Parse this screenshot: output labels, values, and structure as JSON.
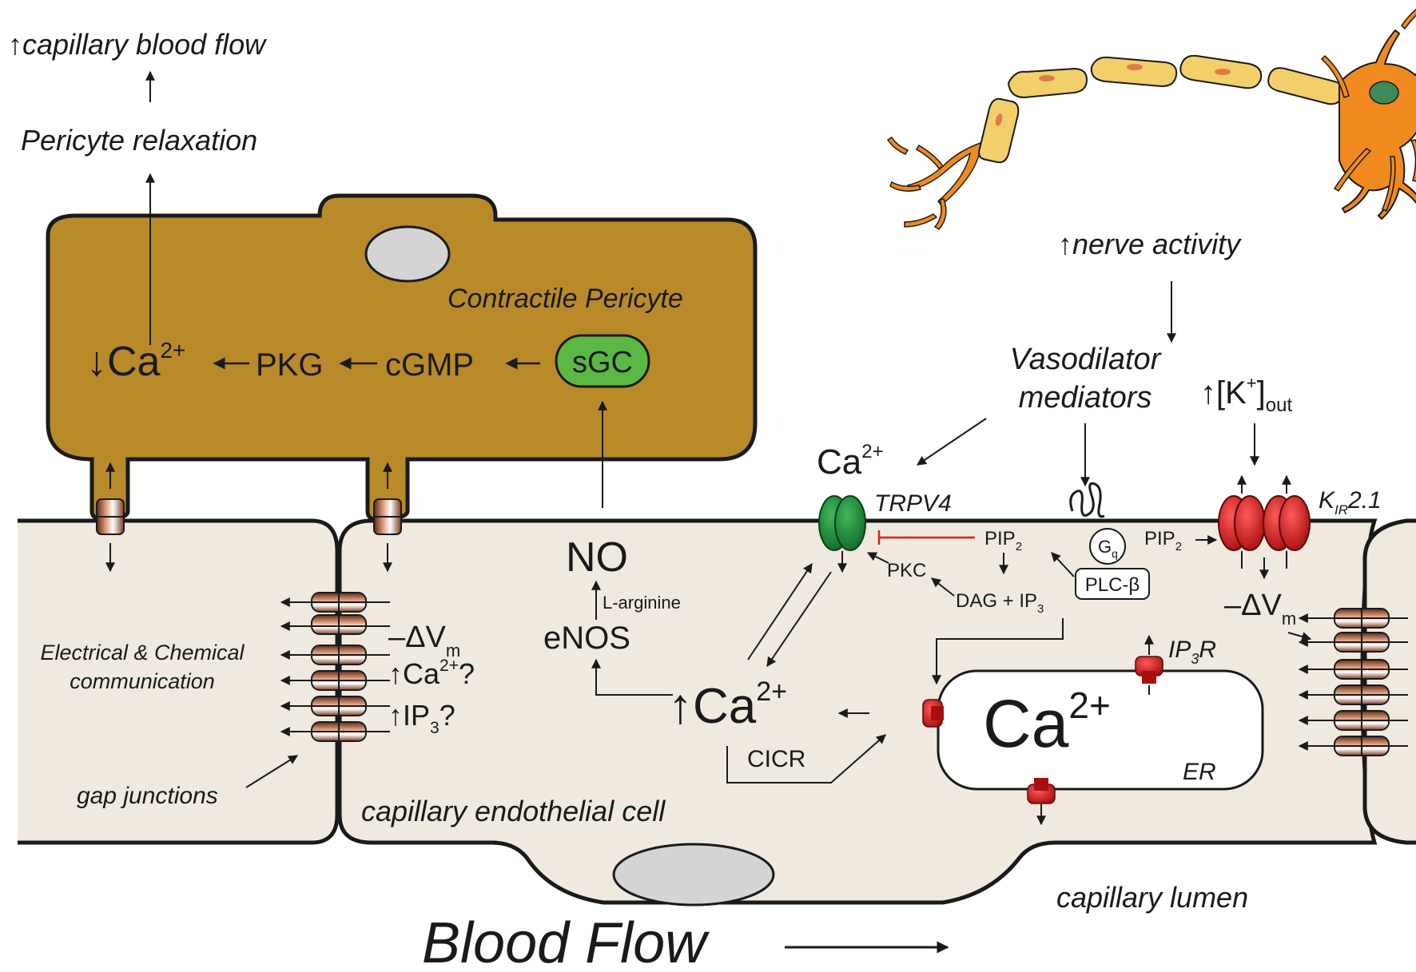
{
  "outcomes": {
    "blood_flow": "↑capillary blood flow",
    "relaxation": "Pericyte relaxation"
  },
  "pericyte": {
    "label": "Contractile Pericyte",
    "ca": "↓Ca",
    "ca_sup": "2+",
    "pkg": "PKG",
    "cgmp": "cGMP",
    "sgc": "sGC"
  },
  "neuron": {
    "activity": "↑nerve activity"
  },
  "mediators": {
    "line1": "Vasodilator",
    "line2": "mediators",
    "k_main": "↑[K",
    "k_sup": "+",
    "k_close": "]",
    "k_sub": "out"
  },
  "channels": {
    "trpv4_ca": "Ca",
    "trpv4_ca_sup": "2+",
    "trpv4": "TRPV4",
    "kir_k": "K",
    "kir_sub": "IR",
    "kir_suffix": "2.1",
    "gq": "G",
    "gq_sub": "q",
    "plc": "PLC-β"
  },
  "signaling": {
    "pip2_a": "PIP",
    "pip2_b": "PIP",
    "pip2_sub": "2",
    "pkc": "PKC",
    "dag": "DAG + IP",
    "dag_sub": "3",
    "no": "NO",
    "larginine": "L-arginine",
    "enos": "eNOS",
    "ca_up": "↑Ca",
    "ca_up_sup": "2+",
    "cicr": "CICR",
    "ip3r": "IP",
    "ip3r_sub": "3",
    "ip3r_r": "R",
    "er_ca": "Ca",
    "er_ca_sup": "2+",
    "er": "ER",
    "dvm": "–ΔV",
    "dvm_sub": "m"
  },
  "communication": {
    "line1": "Electrical & Chemical",
    "line2": "communication",
    "dvm": "–ΔV",
    "dvm_sub": "m",
    "ca": "↑Ca",
    "ca_sup": "2+",
    "ca_q": "?",
    "ip3": "↑IP",
    "ip3_sub": "3",
    "ip3_q": "?",
    "gap": "gap junctions"
  },
  "labels": {
    "endothelial": "capillary endothelial cell",
    "lumen": "capillary lumen",
    "blood_flow": "Blood Flow"
  },
  "colors": {
    "pericyte": "#b88a2a",
    "cell": "#efe9df",
    "nucleus": "#d4d4d4",
    "sgc": "#5cb845",
    "trpv4": "#1f8a3a",
    "kir": "#d81e1e",
    "ip3r": "#c01515",
    "gap": "#e2a080",
    "axon_myelin": "#f2cf6a",
    "neuron": "#f08a1e",
    "neuron_nucleus": "#3f8a5a",
    "inhibit": "#d62020"
  }
}
